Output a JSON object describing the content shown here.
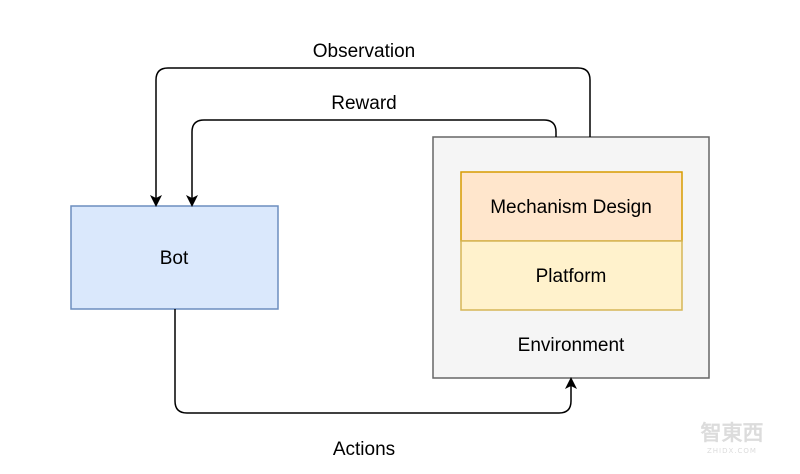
{
  "nodes": {
    "bot": {
      "label": "Bot",
      "fill": "#dae8fc",
      "stroke": "#6c8ebf"
    },
    "environment": {
      "label": "Environment",
      "fill": "#f5f5f5",
      "stroke": "#666666"
    },
    "mechanism_design": {
      "label": "Mechanism Design",
      "fill": "#ffe6cc",
      "stroke": "#d79b00"
    },
    "platform": {
      "label": "Platform",
      "fill": "#fff2cc",
      "stroke": "#d6b656"
    }
  },
  "edges": {
    "observation": {
      "label": "Observation",
      "from": "Environment",
      "to": "Bot"
    },
    "reward": {
      "label": "Reward",
      "from": "Environment",
      "to": "Bot"
    },
    "actions": {
      "label": "Actions",
      "from": "Bot",
      "to": "Environment"
    }
  },
  "watermark": {
    "text": "智東西",
    "subtext": "ZHIDX.COM"
  }
}
